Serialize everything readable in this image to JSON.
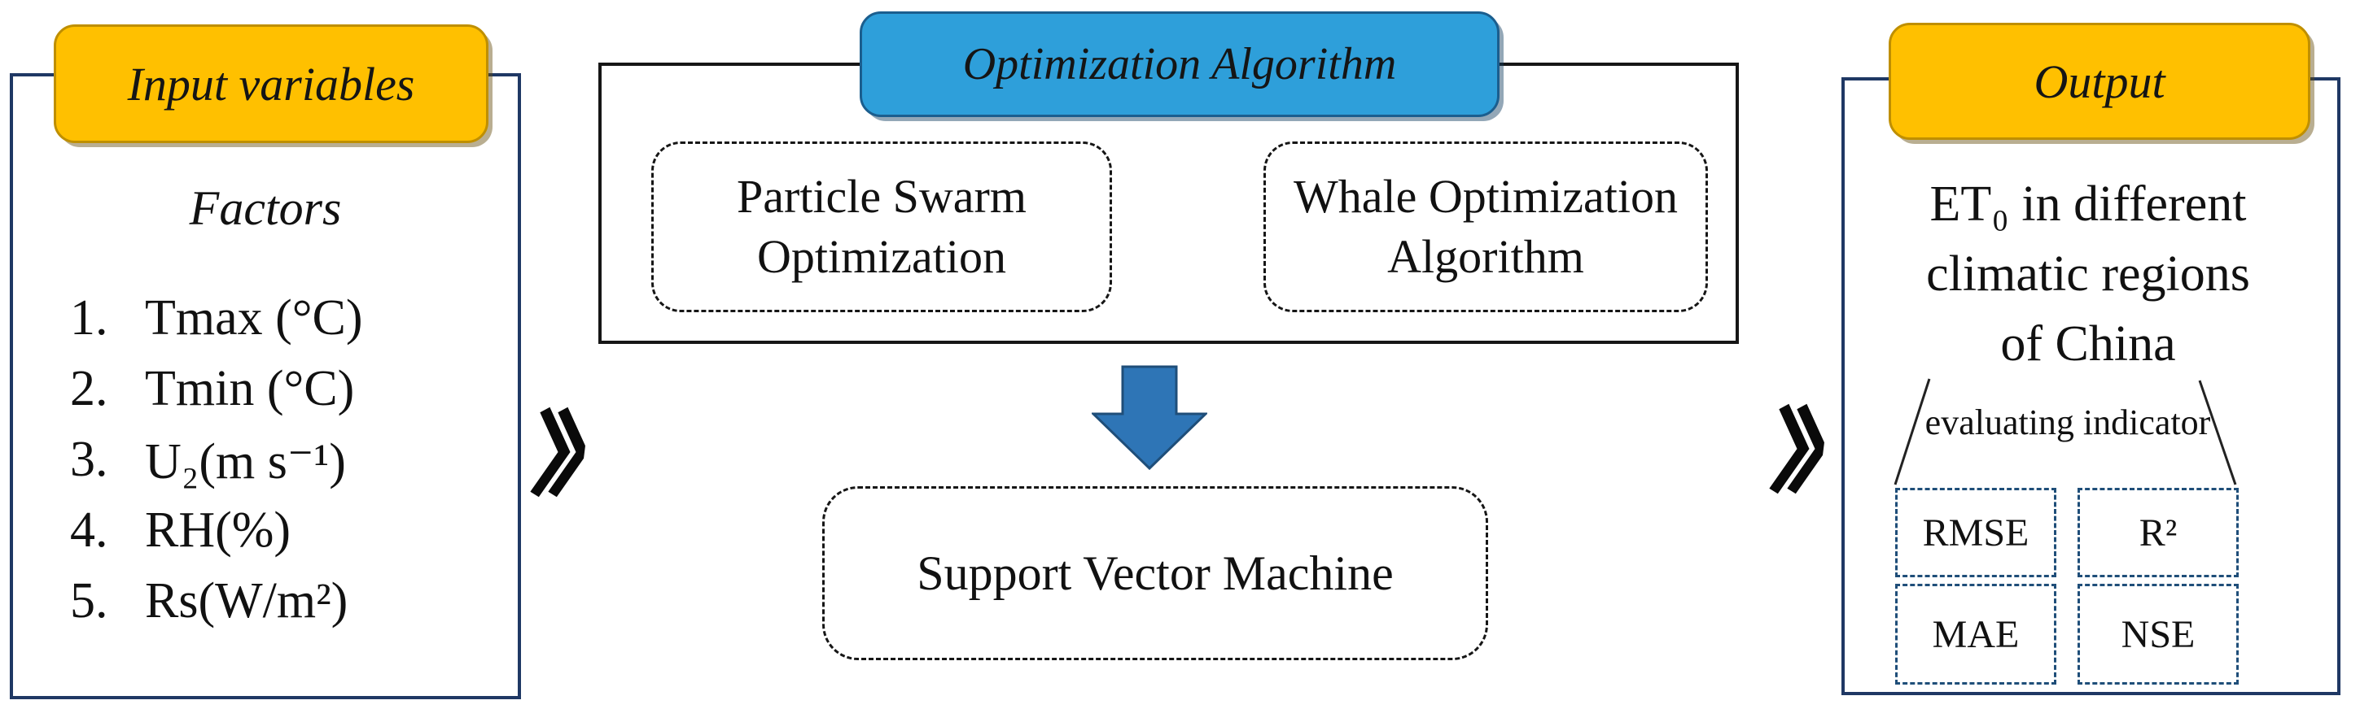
{
  "colors": {
    "tag_orange_fill": "#FFC000",
    "tag_orange_border": "#BF8F00",
    "tag_blue_fill": "#2E9FDA",
    "tag_blue_border": "#1B5E8E",
    "arrow_blue_fill": "#2E75B6",
    "arrow_blue_border": "#1F4E79",
    "panel_navy_border": "#1F3864",
    "container_black_border": "#161616"
  },
  "input_panel": {
    "tag_label": "Input variables",
    "heading": "Factors",
    "factors": [
      {
        "num": "1.",
        "label": "Tmax  (°C)"
      },
      {
        "num": "2.",
        "label": "Tmin  (°C)"
      },
      {
        "num": "3.",
        "label": "U₂(m s⁻¹)"
      },
      {
        "num": "4.",
        "label": "RH(%)"
      },
      {
        "num": "5.",
        "label": "Rs(W/m²)"
      }
    ]
  },
  "optimization_panel": {
    "tag_label": "Optimization Algorithm",
    "algorithms": [
      {
        "label": "Particle Swarm Optimization"
      },
      {
        "label": "Whale Optimization Algorithm"
      }
    ],
    "model_label": "Support Vector Machine"
  },
  "output_panel": {
    "tag_label": "Output",
    "description": "ET₀ in  different\nclimatic regions\nof China",
    "funnel_label": "evaluating indicator",
    "indicators": [
      {
        "label": "RMSE"
      },
      {
        "label": "R²"
      },
      {
        "label": "MAE"
      },
      {
        "label": "NSE"
      }
    ]
  }
}
